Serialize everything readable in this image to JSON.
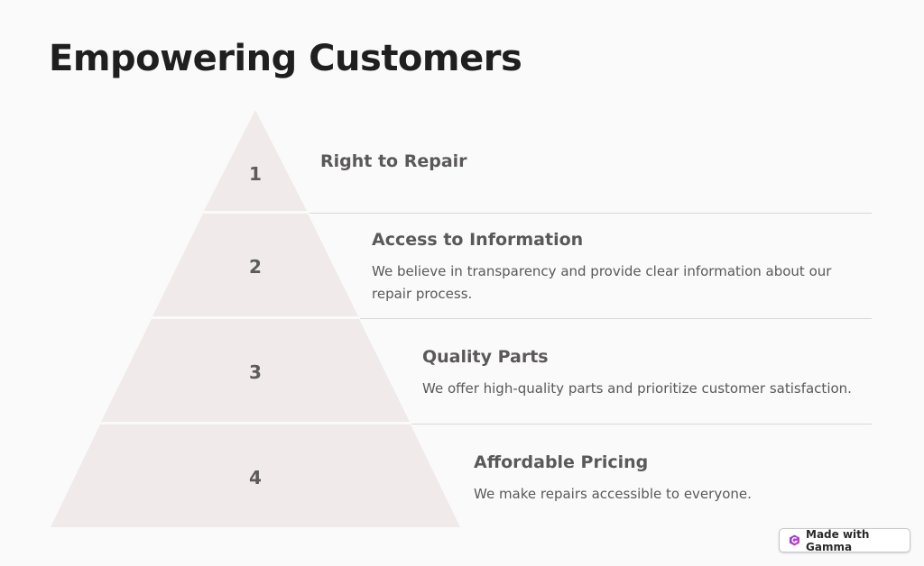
{
  "page_title": "Empowering Customers",
  "tiers": [
    {
      "number": "1",
      "heading": "Right to Repair",
      "description": ""
    },
    {
      "number": "2",
      "heading": "Access to Information",
      "description": "We believe in transparency and provide clear information about our repair process."
    },
    {
      "number": "3",
      "heading": "Quality Parts",
      "description": "We offer high-quality parts and prioritize customer satisfaction."
    },
    {
      "number": "4",
      "heading": "Affordable Pricing",
      "description": "We make repairs accessible to everyone."
    }
  ],
  "colors": {
    "tier_fill": "#f0eaea",
    "text": "#5a5858",
    "title": "#1f1f1f"
  },
  "badge": {
    "label": "Made with Gamma",
    "icon": "gamma-logo-icon"
  }
}
